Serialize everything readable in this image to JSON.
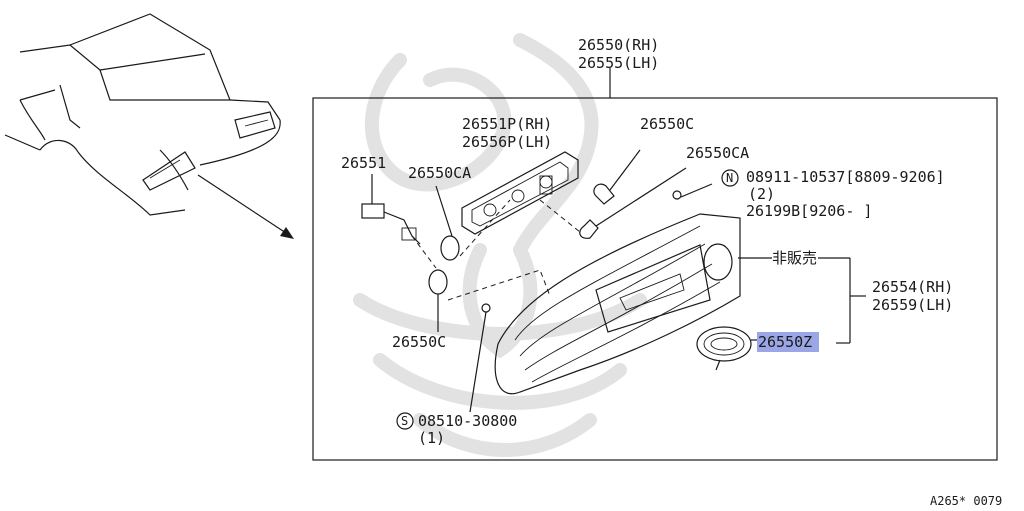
{
  "labels": {
    "assy_rh": "26550(RH)",
    "assy_lh": "26555(LH)",
    "bracket_rh": "26551P(RH)",
    "bracket_lh": "26556P(LH)",
    "bulb_c_top": "26550C",
    "bulb_ca_right": "26550CA",
    "nut_part": "08911-10537[8809-9206]",
    "nut_qty": "(2)",
    "nut_alt": "26199B[9206-  ]",
    "socket": "26551",
    "bulb_ca_left": "26550CA",
    "not_sold": "非販売",
    "lens_rh": "26554(RH)",
    "lens_lh": "26559(LH)",
    "bulb_c_bottom": "26550C",
    "packing": "26550Z",
    "screw_part": "08510-30800",
    "screw_qty": "(1)",
    "nut_symbol": "N",
    "screw_symbol": "S",
    "diagram_code": "A265* 0079"
  },
  "colors": {
    "line": "#1a1a1a",
    "highlight": "#9aa6e6",
    "watermark": "#e2e2e2"
  },
  "icons": {
    "nut": "circled-n-icon",
    "screw": "circled-s-icon"
  }
}
